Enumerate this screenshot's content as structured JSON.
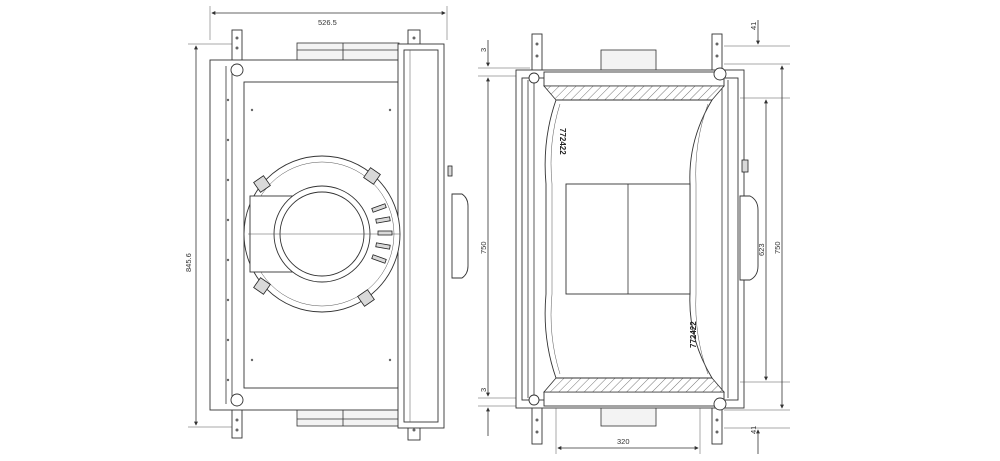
{
  "colors": {
    "line": "#333333",
    "background": "#ffffff",
    "hatch": "#555555"
  },
  "front_view": {
    "dim_width": "526.5",
    "dim_height": "845.6"
  },
  "side_view": {
    "dim_top_small": "3",
    "dim_left_height": "750",
    "dim_bottom_small": "3",
    "dim_bottom_width": "320",
    "dim_right_top": "41",
    "dim_right_inner": "623",
    "dim_right_height": "750",
    "dim_right_bottom": "41",
    "part_mark_top": "772422",
    "part_mark_bottom": "772422"
  }
}
